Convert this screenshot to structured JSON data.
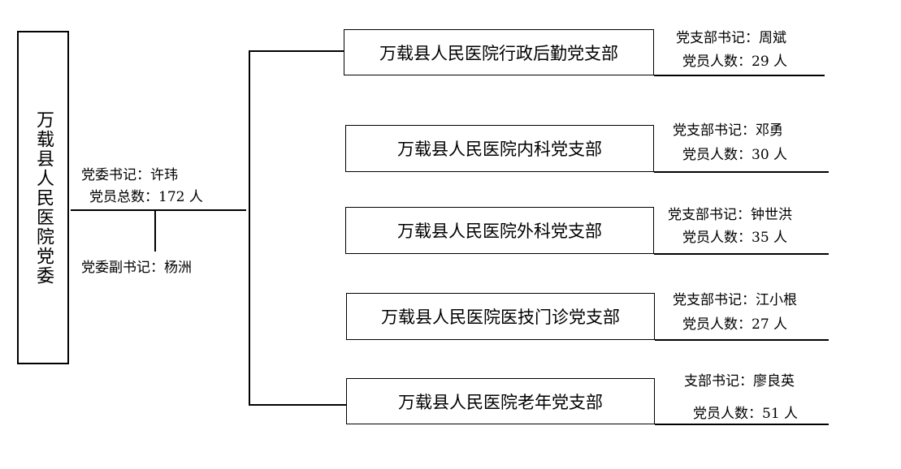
{
  "root": {
    "title": "万载县人民医院党委",
    "secretary": "党委书记：许玮",
    "total_members": "党员总数：172 人",
    "deputy": "党委副书记：杨洲"
  },
  "branches": [
    {
      "name": "万载县人民医院行政后勤党支部",
      "secretary": "党支部书记：周斌",
      "members": "党员人数：29 人"
    },
    {
      "name": "万载县人民医院内科党支部",
      "secretary": "党支部书记：邓勇",
      "members": "党员人数：30 人"
    },
    {
      "name": "万载县人民医院外科党支部",
      "secretary": "党支部书记：钟世洪",
      "members": "党员人数：35 人"
    },
    {
      "name": "万载县人民医院医技门诊党支部",
      "secretary": "党支部书记：江小根",
      "members": "党员人数：27 人"
    },
    {
      "name": "万载县人民医院老年党支部",
      "secretary": "支部书记：廖良英",
      "members": "党员人数：51 人"
    }
  ]
}
